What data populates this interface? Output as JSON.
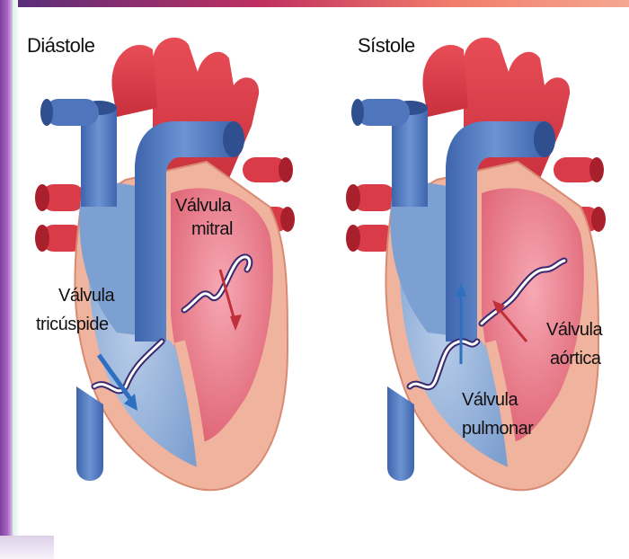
{
  "panels": {
    "left": {
      "title": "Diástole",
      "labels": {
        "mitral_1": "Válvula",
        "mitral_2": "mitral",
        "tricuspid_1": "Válvula",
        "tricuspid_2": "tricúspide"
      }
    },
    "right": {
      "title": "Sístole",
      "labels": {
        "aortic_1": "Válvula",
        "aortic_2": "aórtica",
        "pulmonary_1": "Válvula",
        "pulmonary_2": "pulmonar"
      }
    }
  },
  "colors": {
    "venous_blue": "#5d86c4",
    "arterial_red": "#e0404a",
    "myocardium": "#f2b8a2",
    "left_chamber": "#ee7f8f",
    "right_chamber": "#8fb0d8",
    "flow_arrow_blue": "#2f6fc0",
    "flow_arrow_red": "#c0303a"
  }
}
